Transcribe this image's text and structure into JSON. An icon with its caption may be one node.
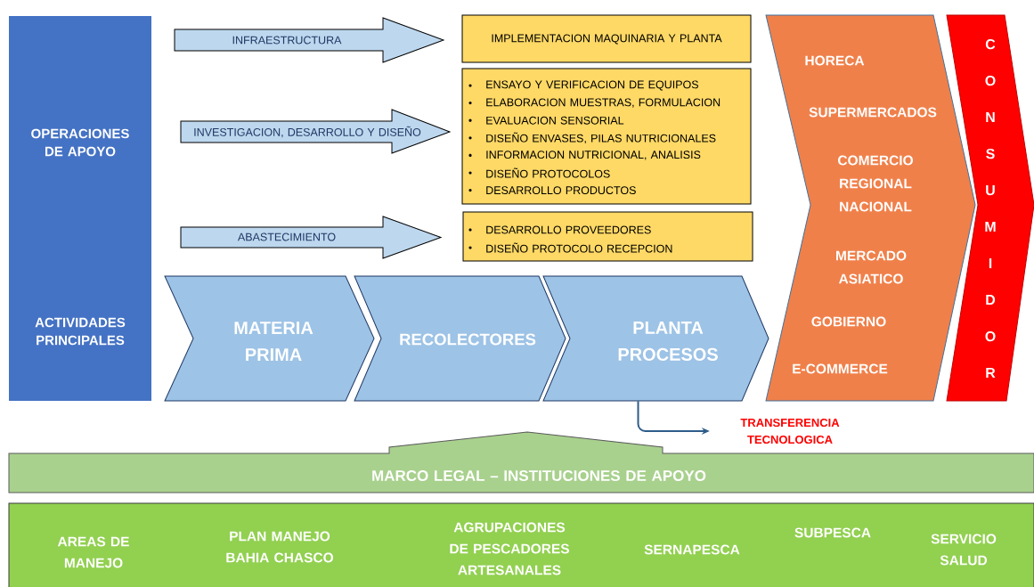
{
  "diagram": {
    "nodes": [
      {
        "text": [
          "OPERACIONES DE APOYO",
          "ACTIVIDADES PRINCIPALES"
        ]
      },
      {
        "text": [
          "INFRAESTRUCTURA"
        ]
      },
      {
        "text": [
          "IMPLEMENTACION MAQUINARIA Y PLANTA"
        ]
      },
      {
        "text": [
          "INVESTIGACION, DESARROLLO Y DISEÑO"
        ]
      },
      {
        "text": [
          "ENSAYO Y VERIFICACION DE EQUIPOS",
          "ELABORACION MUESTRAS, FORMULACION",
          "EVALUACION SENSORIAL",
          "DISEÑO ENVASES, PILAS NUTRICIONALES",
          "INFORMACION NUTRICIONAL, ANALISIS",
          "DISEÑO PROTOCOLOS",
          "DESARROLLO PRODUCTOS"
        ]
      },
      {
        "text": [
          "ABASTECIMIENTO"
        ]
      },
      {
        "text": [
          "DESARROLLO PROVEEDORES",
          "DISEÑO PROTOCOLO RECEPCION"
        ]
      },
      {
        "text": [
          "MATERIA PRIMA"
        ]
      },
      {
        "text": [
          "RECOLECTORES"
        ]
      },
      {
        "text": [
          "PLANTA PROCESOS"
        ]
      },
      {
        "text": [
          "HORECA",
          "SUPERMERCADOS",
          "COMERCIO REGIONAL NACIONAL",
          "MERCADO ASIATICO",
          "GOBIERNO",
          "E-COMMERCE"
        ]
      },
      {
        "text": [
          "CONSUMIDOR"
        ]
      },
      {
        "text": [
          "TRANSFERENCIA TECNOLOGICA"
        ]
      },
      {
        "text": [
          "MARCO LEGAL – INSTITUCIONES DE APOYO"
        ]
      },
      {
        "text": [
          "AREAS DE MANEJO",
          "PLAN MANEJO BAHIA CHASCO",
          "AGRUPACIONES DE PESCADORES ARTESANALES",
          "SERNAPESCA",
          "SUBPESCA",
          "SERVICIO SALUD"
        ]
      }
    ],
    "edges": [
      {
        "from": 9,
        "to": 12,
        "arrow": "to"
      }
    ]
  }
}
